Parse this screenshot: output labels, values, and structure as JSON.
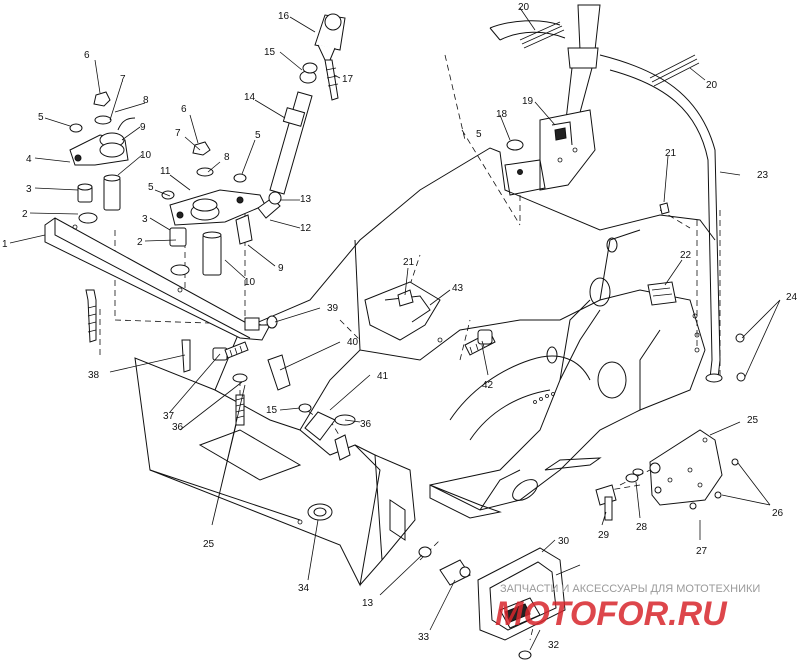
{
  "diagram": {
    "callouts": [
      {
        "id": "c1",
        "text": "1"
      },
      {
        "id": "c2a",
        "text": "2"
      },
      {
        "id": "c2b",
        "text": "2"
      },
      {
        "id": "c3a",
        "text": "3"
      },
      {
        "id": "c3b",
        "text": "3"
      },
      {
        "id": "c4",
        "text": "4"
      },
      {
        "id": "c5a",
        "text": "5"
      },
      {
        "id": "c5b",
        "text": "5"
      },
      {
        "id": "c5c",
        "text": "5"
      },
      {
        "id": "c5d",
        "text": "5"
      },
      {
        "id": "c6a",
        "text": "6"
      },
      {
        "id": "c6b",
        "text": "6"
      },
      {
        "id": "c7a",
        "text": "7"
      },
      {
        "id": "c7b",
        "text": "7"
      },
      {
        "id": "c8a",
        "text": "8"
      },
      {
        "id": "c8b",
        "text": "8"
      },
      {
        "id": "c9a",
        "text": "9"
      },
      {
        "id": "c9b",
        "text": "9"
      },
      {
        "id": "c10a",
        "text": "10"
      },
      {
        "id": "c10b",
        "text": "10"
      },
      {
        "id": "c11",
        "text": "11"
      },
      {
        "id": "c12",
        "text": "12"
      },
      {
        "id": "c13a",
        "text": "13"
      },
      {
        "id": "c13b",
        "text": "13"
      },
      {
        "id": "c14",
        "text": "14"
      },
      {
        "id": "c15a",
        "text": "15"
      },
      {
        "id": "c15b",
        "text": "15"
      },
      {
        "id": "c16",
        "text": "16"
      },
      {
        "id": "c17",
        "text": "17"
      },
      {
        "id": "c18",
        "text": "18"
      },
      {
        "id": "c19",
        "text": "19"
      },
      {
        "id": "c20a",
        "text": "20"
      },
      {
        "id": "c20b",
        "text": "20"
      },
      {
        "id": "c21a",
        "text": "21"
      },
      {
        "id": "c21b",
        "text": "21"
      },
      {
        "id": "c22",
        "text": "22"
      },
      {
        "id": "c23",
        "text": "23"
      },
      {
        "id": "c24",
        "text": "24"
      },
      {
        "id": "c25a",
        "text": "25"
      },
      {
        "id": "c25b",
        "text": "25"
      },
      {
        "id": "c26",
        "text": "26"
      },
      {
        "id": "c27",
        "text": "27"
      },
      {
        "id": "c28",
        "text": "28"
      },
      {
        "id": "c29",
        "text": "29"
      },
      {
        "id": "c30",
        "text": "30"
      },
      {
        "id": "c32",
        "text": "32"
      },
      {
        "id": "c33",
        "text": "33"
      },
      {
        "id": "c34",
        "text": "34"
      },
      {
        "id": "c36a",
        "text": "36"
      },
      {
        "id": "c36b",
        "text": "36"
      },
      {
        "id": "c37",
        "text": "37"
      },
      {
        "id": "c38",
        "text": "38"
      },
      {
        "id": "c39",
        "text": "39"
      },
      {
        "id": "c40",
        "text": "40"
      },
      {
        "id": "c41",
        "text": "41"
      },
      {
        "id": "c42",
        "text": "42"
      },
      {
        "id": "c43",
        "text": "43"
      }
    ]
  },
  "watermark": {
    "caption": "ЗАПЧАСТИ И АКСЕССУАРЫ ДЛЯ МОТОТЕХНИКИ",
    "logo": "MOTOFOR.RU",
    "logo_color": "#d8262c"
  }
}
